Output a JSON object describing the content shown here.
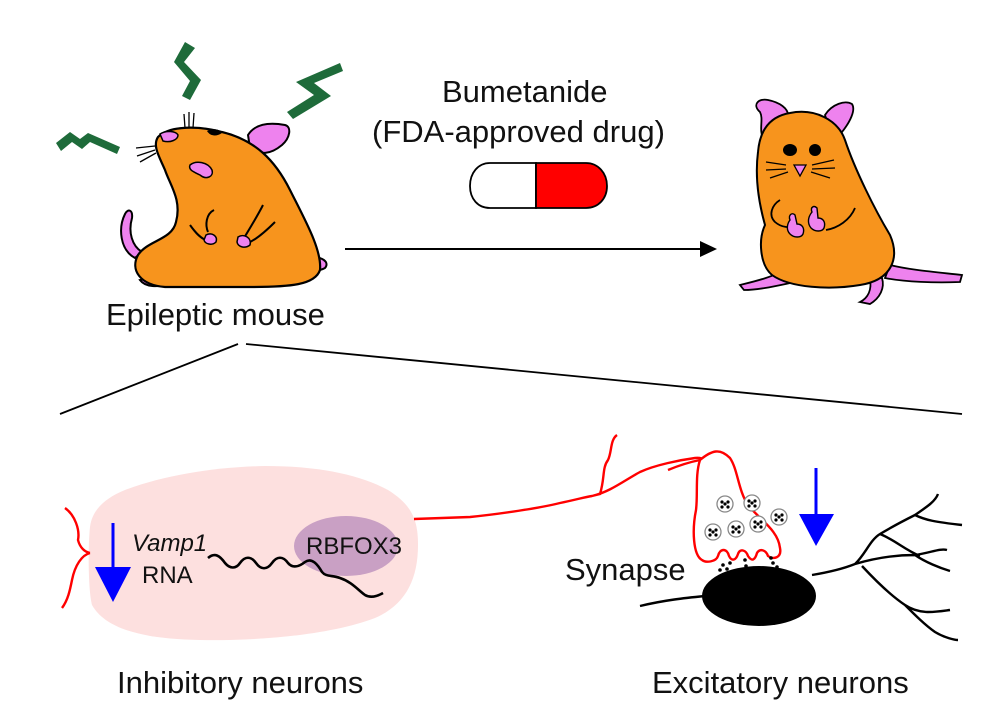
{
  "labels": {
    "epileptic_mouse": "Epileptic mouse",
    "drug_name": "Bumetanide",
    "drug_note": "(FDA-approved drug)",
    "gene": "Vamp1",
    "rna": "RNA",
    "protein": "RBFOX3",
    "synapse": "Synapse",
    "inhibitory": "Inhibitory neurons",
    "excitatory": "Excitatory neurons"
  },
  "colors": {
    "mouse_body": "#f7941d",
    "mouse_pink": "#ee82ee",
    "seizure_mark": "#1e6b3a",
    "pill_red": "#ff0000",
    "inhibitory_neuron": "#ff0000",
    "cell_fill": "#fde0df",
    "rbfox3_fill": "#c9a0c4",
    "down_arrow": "#0000ff",
    "excitatory_neuron": "#000000"
  },
  "indicators": {
    "vamp1_rna": "decreased",
    "synaptic_release": "decreased"
  }
}
